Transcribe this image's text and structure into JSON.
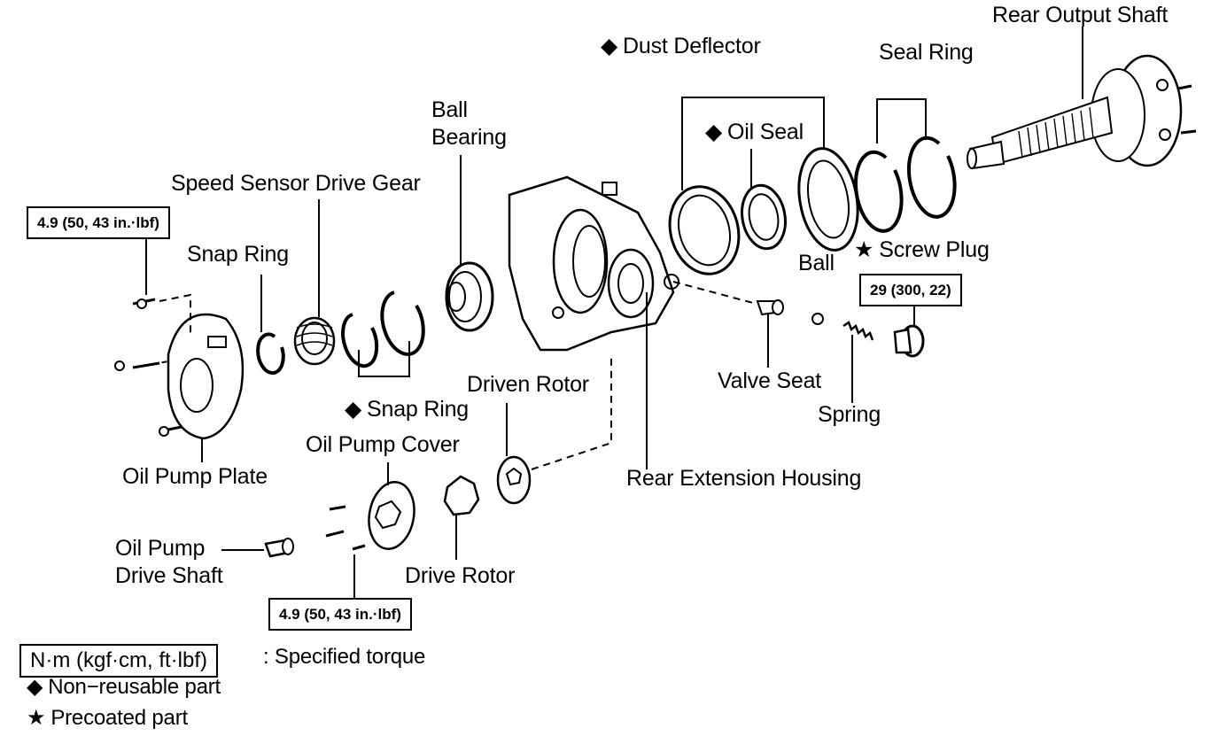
{
  "labels": {
    "rear_output_shaft": "Rear Output Shaft",
    "dust_deflector": "Dust Deflector",
    "seal_ring": "Seal Ring",
    "oil_seal": "Oil Seal",
    "ball_bearing_1": "Ball",
    "ball_bearing_2": "Bearing",
    "speed_sensor_drive_gear": "Speed Sensor Drive Gear",
    "snap_ring_upper": "Snap Ring",
    "screw_plug": "Screw Plug",
    "ball": "Ball",
    "driven_rotor": "Driven Rotor",
    "valve_seat": "Valve Seat",
    "snap_ring_lower": "Snap Ring",
    "spring": "Spring",
    "oil_pump_cover": "Oil Pump Cover",
    "oil_pump_plate": "Oil Pump Plate",
    "rear_extension_housing": "Rear Extension Housing",
    "oil_pump_drive_shaft_1": "Oil Pump",
    "oil_pump_drive_shaft_2": "Drive Shaft",
    "drive_rotor": "Drive Rotor"
  },
  "torques": {
    "oil_pump_plate_bolt": "4.9 (50, 43 in.·lbf)",
    "screw_plug": "29 (300, 22)",
    "oil_pump_cover_bolt": "4.9 (50, 43 in.·lbf)"
  },
  "symbols": {
    "non_reusable": "◆",
    "precoated": "★"
  },
  "legend": {
    "torque_units": "N·m (kgf·cm, ft·lbf)",
    "torque_desc": ": Specified torque",
    "non_reusable": "Non−reusable part",
    "precoated": "Precoated part"
  }
}
